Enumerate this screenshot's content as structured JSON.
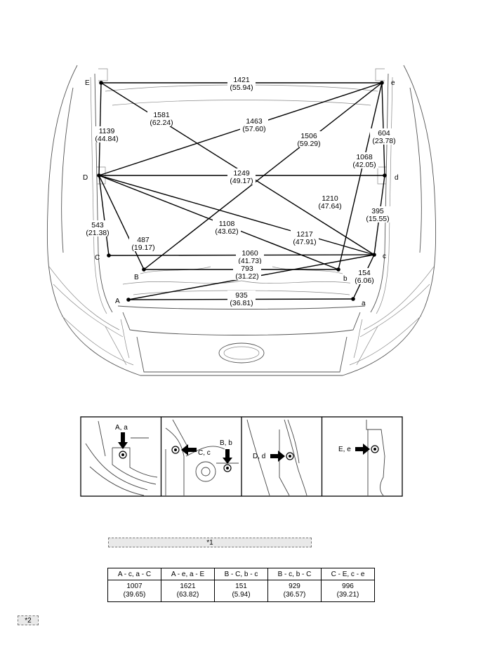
{
  "points": {
    "A": "A",
    "a": "a",
    "B": "B",
    "b": "b",
    "C": "C",
    "c": "c",
    "D": "D",
    "d": "d",
    "E": "E",
    "e": "e"
  },
  "measurements": [
    {
      "id": "E-e",
      "mm": "1421",
      "in": "(55.94)"
    },
    {
      "id": "E-c",
      "mm": "1581",
      "in": "(62.24)"
    },
    {
      "id": "D-e",
      "mm": "1463",
      "in": "(57.60)"
    },
    {
      "id": "E-D",
      "mm": "1139",
      "in": "(44.84)"
    },
    {
      "id": "B-e",
      "mm": "1506",
      "in": "(59.29)"
    },
    {
      "id": "e-d",
      "mm": "604",
      "in": "(23.78)"
    },
    {
      "id": "b-e",
      "mm": "1068",
      "in": "(42.05)"
    },
    {
      "id": "D-d",
      "mm": "1249",
      "in": "(49.17)"
    },
    {
      "id": "A-c",
      "mm": "1210",
      "in": "(47.64)"
    },
    {
      "id": "d-c",
      "mm": "395",
      "in": "(15.55)"
    },
    {
      "id": "D-C",
      "mm": "543",
      "in": "(21.38)"
    },
    {
      "id": "D-b",
      "mm": "1108",
      "in": "(43.62)"
    },
    {
      "id": "D-B",
      "mm": "487",
      "in": "(19.17)"
    },
    {
      "id": "D-c",
      "mm": "1217",
      "in": "(47.91)"
    },
    {
      "id": "C-c",
      "mm": "1060",
      "in": "(41.73)"
    },
    {
      "id": "B-b",
      "mm": "793",
      "in": "(31.22)"
    },
    {
      "id": "c-a",
      "mm": "154",
      "in": "(6.06)"
    },
    {
      "id": "A-a",
      "mm": "935",
      "in": "(36.81)"
    }
  ],
  "details": [
    {
      "label": "A, a"
    },
    {
      "label1": "C, c",
      "label2": "B, b"
    },
    {
      "label": "D, d"
    },
    {
      "label": "E, e"
    }
  ],
  "ref_box_1": "*1",
  "ref_box_2": "*2",
  "table": {
    "headers": [
      "A - c, a - C",
      "A - e, a - E",
      "B - C, b - c",
      "B - c, b - C",
      "C - E, c - e"
    ],
    "mm": [
      "1007",
      "1621",
      "151",
      "929",
      "996"
    ],
    "in": [
      "(39.65)",
      "(63.82)",
      "(5.94)",
      "(36.57)",
      "(39.21)"
    ]
  }
}
